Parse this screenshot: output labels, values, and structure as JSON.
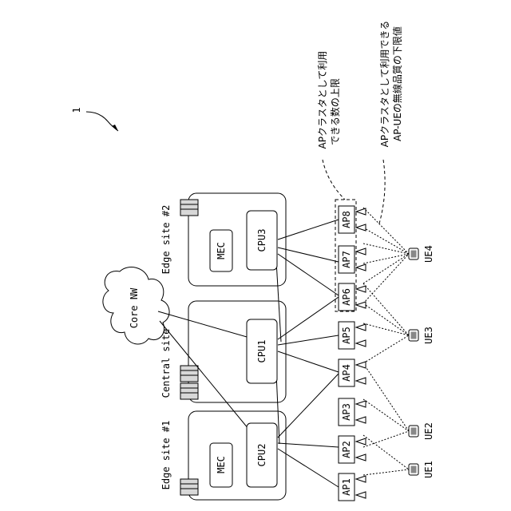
{
  "figure_ref": "1",
  "sites": {
    "edge1": "Edge site #1",
    "central": "Central site",
    "edge2": "Edge site #2"
  },
  "core": "Core NW",
  "mec": "MEC",
  "cpus": {
    "cpu1": "CPU1",
    "cpu2": "CPU2",
    "cpu3": "CPU3"
  },
  "aps": [
    "AP1",
    "AP2",
    "AP3",
    "AP4",
    "AP5",
    "AP6",
    "AP7",
    "AP8"
  ],
  "ues": [
    "UE1",
    "UE2",
    "UE3",
    "UE4"
  ],
  "annotations": {
    "max_ap_line1": "APクラスタとして利用",
    "max_ap_line2": "できる数の上限",
    "min_quality_line1": "APクラスタとして利用できる",
    "min_quality_line2": "AP-UEの無線品質の下限値"
  }
}
